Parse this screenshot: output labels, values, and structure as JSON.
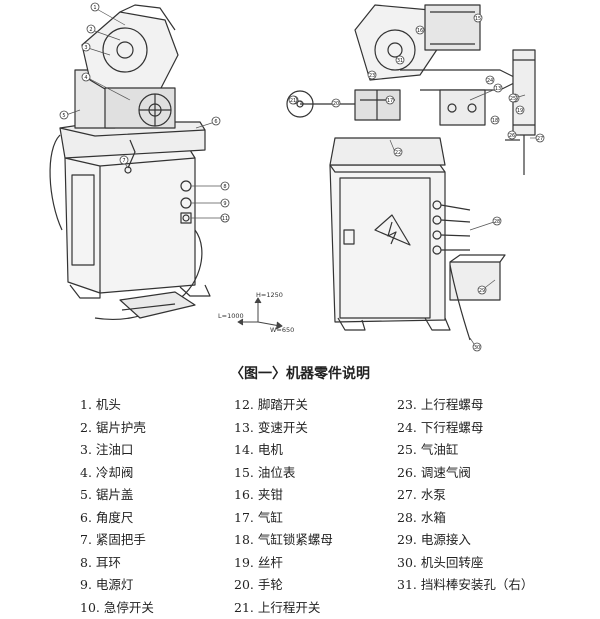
{
  "figure": {
    "caption": "〈图一〉机器零件说明",
    "axis": {
      "h": "H=1250",
      "l": "L=1000",
      "w": "W=650"
    },
    "left_callouts": [
      "1",
      "2",
      "3",
      "4",
      "5",
      "6",
      "7",
      "8",
      "9",
      "10",
      "11"
    ],
    "right_callouts": [
      "12",
      "13",
      "14",
      "15",
      "16",
      "17",
      "18",
      "19",
      "20",
      "21",
      "22",
      "23",
      "24",
      "25",
      "26",
      "27",
      "28",
      "29",
      "30",
      "31"
    ]
  },
  "parts": [
    [
      "1. 机头",
      "2. 锯片护壳",
      "3. 注油口",
      "4. 冷却阀",
      "5. 锯片盖",
      "6. 角度尺",
      "7. 紧固把手",
      "8. 耳环",
      "9. 电源灯",
      "10. 急停开关"
    ],
    [
      "12. 脚踏开关",
      "13. 变速开关",
      "14. 电机",
      "15. 油位表",
      "16. 夹钳",
      "17. 气缸",
      "18. 气缸锁紧螺母",
      "19. 丝杆",
      "20. 手轮",
      "21. 上行程开关"
    ],
    [
      "23. 上行程螺母",
      "24. 下行程螺母",
      "25. 气油缸",
      "26. 调速气阀",
      "27. 水泵",
      "28. 水箱",
      "29. 电源接入",
      "30. 机头回转座",
      "31. 挡料棒安装孔（右）"
    ]
  ]
}
